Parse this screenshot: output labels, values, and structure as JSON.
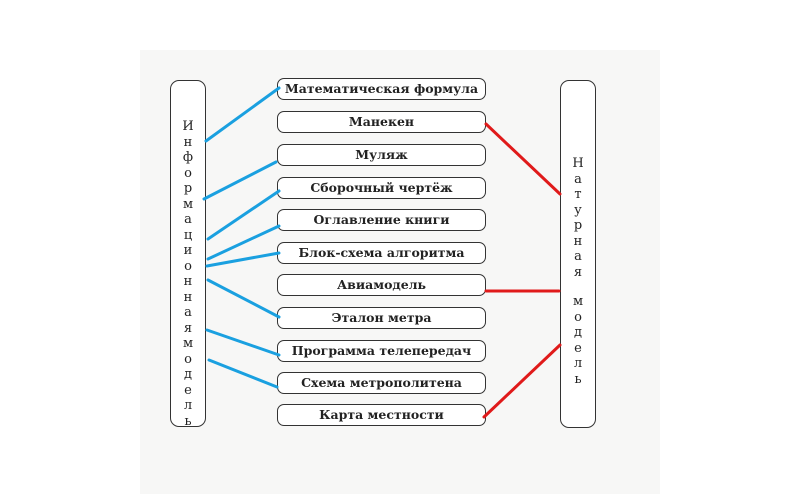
{
  "left_label": "Информационная модель",
  "right_label": "Натурная модель",
  "items": [
    "Математическая формула",
    "Манекен",
    "Муляж",
    "Сборочный чертёж",
    "Оглавление книги",
    "Блок-схема алгоритма",
    "Авиамодель",
    "Эталон метра",
    "Программа телепередач",
    "Схема метрополитена",
    "Карта местности"
  ],
  "colors": {
    "information_link": "#1aa0e0",
    "natural_link": "#e01a1a"
  }
}
